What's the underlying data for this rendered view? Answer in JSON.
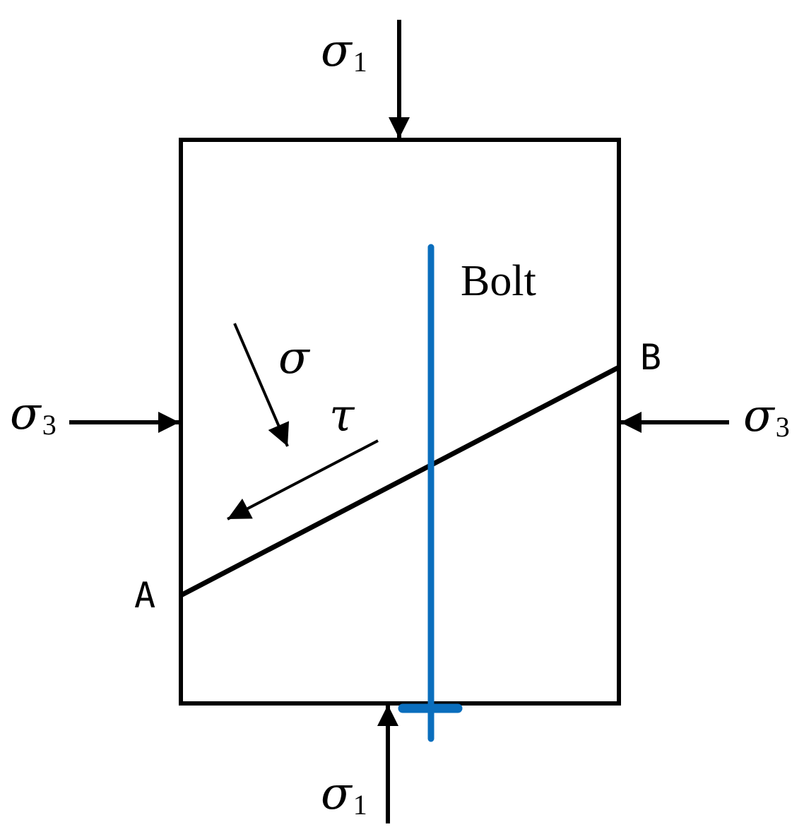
{
  "labels": {
    "sigma1_top": {
      "symbol": "σ",
      "subscript": "1"
    },
    "sigma1_bottom": {
      "symbol": "σ",
      "subscript": "1"
    },
    "sigma3_left": {
      "symbol": "σ",
      "subscript": "3"
    },
    "sigma3_right": {
      "symbol": "σ",
      "subscript": "3"
    },
    "normal_stress": "σ",
    "shear_stress": "τ",
    "bolt": "Bolt",
    "point_a": "A",
    "point_b": "B"
  },
  "colors": {
    "outline": "#000000",
    "bolt": "#0a6ebd",
    "background": "#ffffff"
  }
}
